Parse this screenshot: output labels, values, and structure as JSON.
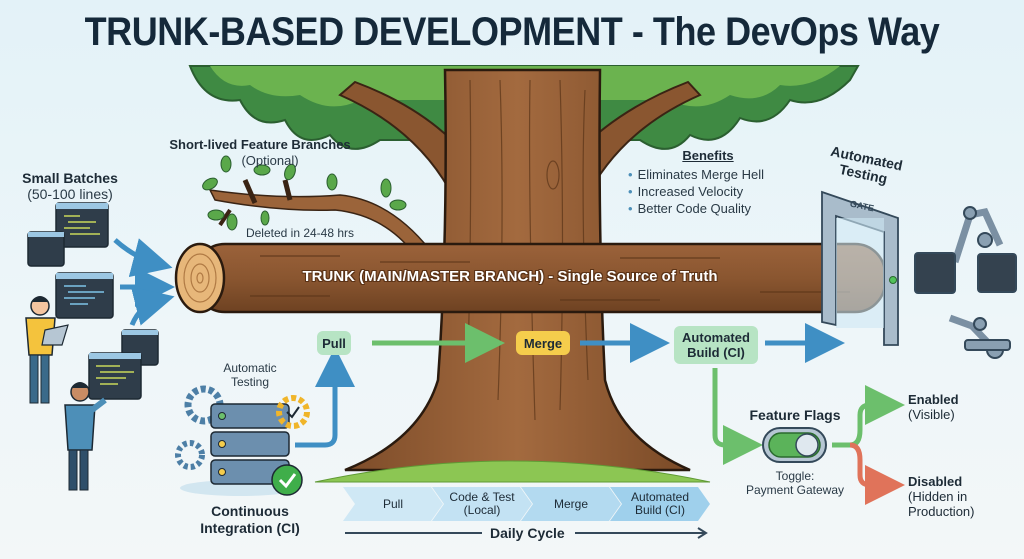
{
  "title": "TRUNK-BASED DEVELOPMENT - The DevOps Way",
  "colors": {
    "title": "#15293a",
    "trunk_brown": "#8a5630",
    "leaf_green": "#4f9a4a",
    "arrow_blue": "#3f8fc4",
    "arrow_green": "#6cbf6c",
    "pill_green": "#b7e4c4",
    "pill_yellow": "#f5cd4c",
    "disabled_red": "#e0735a",
    "chevron_blue": "#bfe1f2"
  },
  "small_batches": {
    "title": "Small Batches",
    "subtitle": "(50-100 lines)"
  },
  "feature_branches": {
    "title": "Short-lived Feature Branches",
    "subtitle": "(Optional)",
    "note": "Deleted in 24-48 hrs"
  },
  "trunk": {
    "label": "TRUNK (MAIN/MASTER BRANCH) - Single Source of Truth"
  },
  "benefits": {
    "title": "Benefits",
    "items": [
      "Eliminates Merge Hell",
      "Increased Velocity",
      "Better Code Quality"
    ]
  },
  "automated_testing_gate": {
    "title_line1": "Automated",
    "title_line2": "Testing",
    "gate_label": "GATE"
  },
  "flow": {
    "pull": "Pull",
    "merge": "Merge",
    "build_line1": "Automated",
    "build_line2": "Build (CI)"
  },
  "ci": {
    "auto_testing_line1": "Automatic",
    "auto_testing_line2": "Testing",
    "title_line1": "Continuous",
    "title_line2": "Integration (CI)"
  },
  "feature_flags": {
    "title": "Feature Flags",
    "toggle_line1": "Toggle:",
    "toggle_line2": "Payment Gateway",
    "toggle_state": "on",
    "enabled_title": "Enabled",
    "enabled_sub": "(Visible)",
    "disabled_title": "Disabled",
    "disabled_sub_line1": "(Hidden in",
    "disabled_sub_line2": "Production)"
  },
  "daily_cycle": {
    "label": "Daily Cycle",
    "steps": [
      {
        "line1": "Pull",
        "line2": ""
      },
      {
        "line1": "Code & Test",
        "line2": "(Local)"
      },
      {
        "line1": "Merge",
        "line2": ""
      },
      {
        "line1": "Automated",
        "line2": "Build (CI)"
      }
    ]
  }
}
